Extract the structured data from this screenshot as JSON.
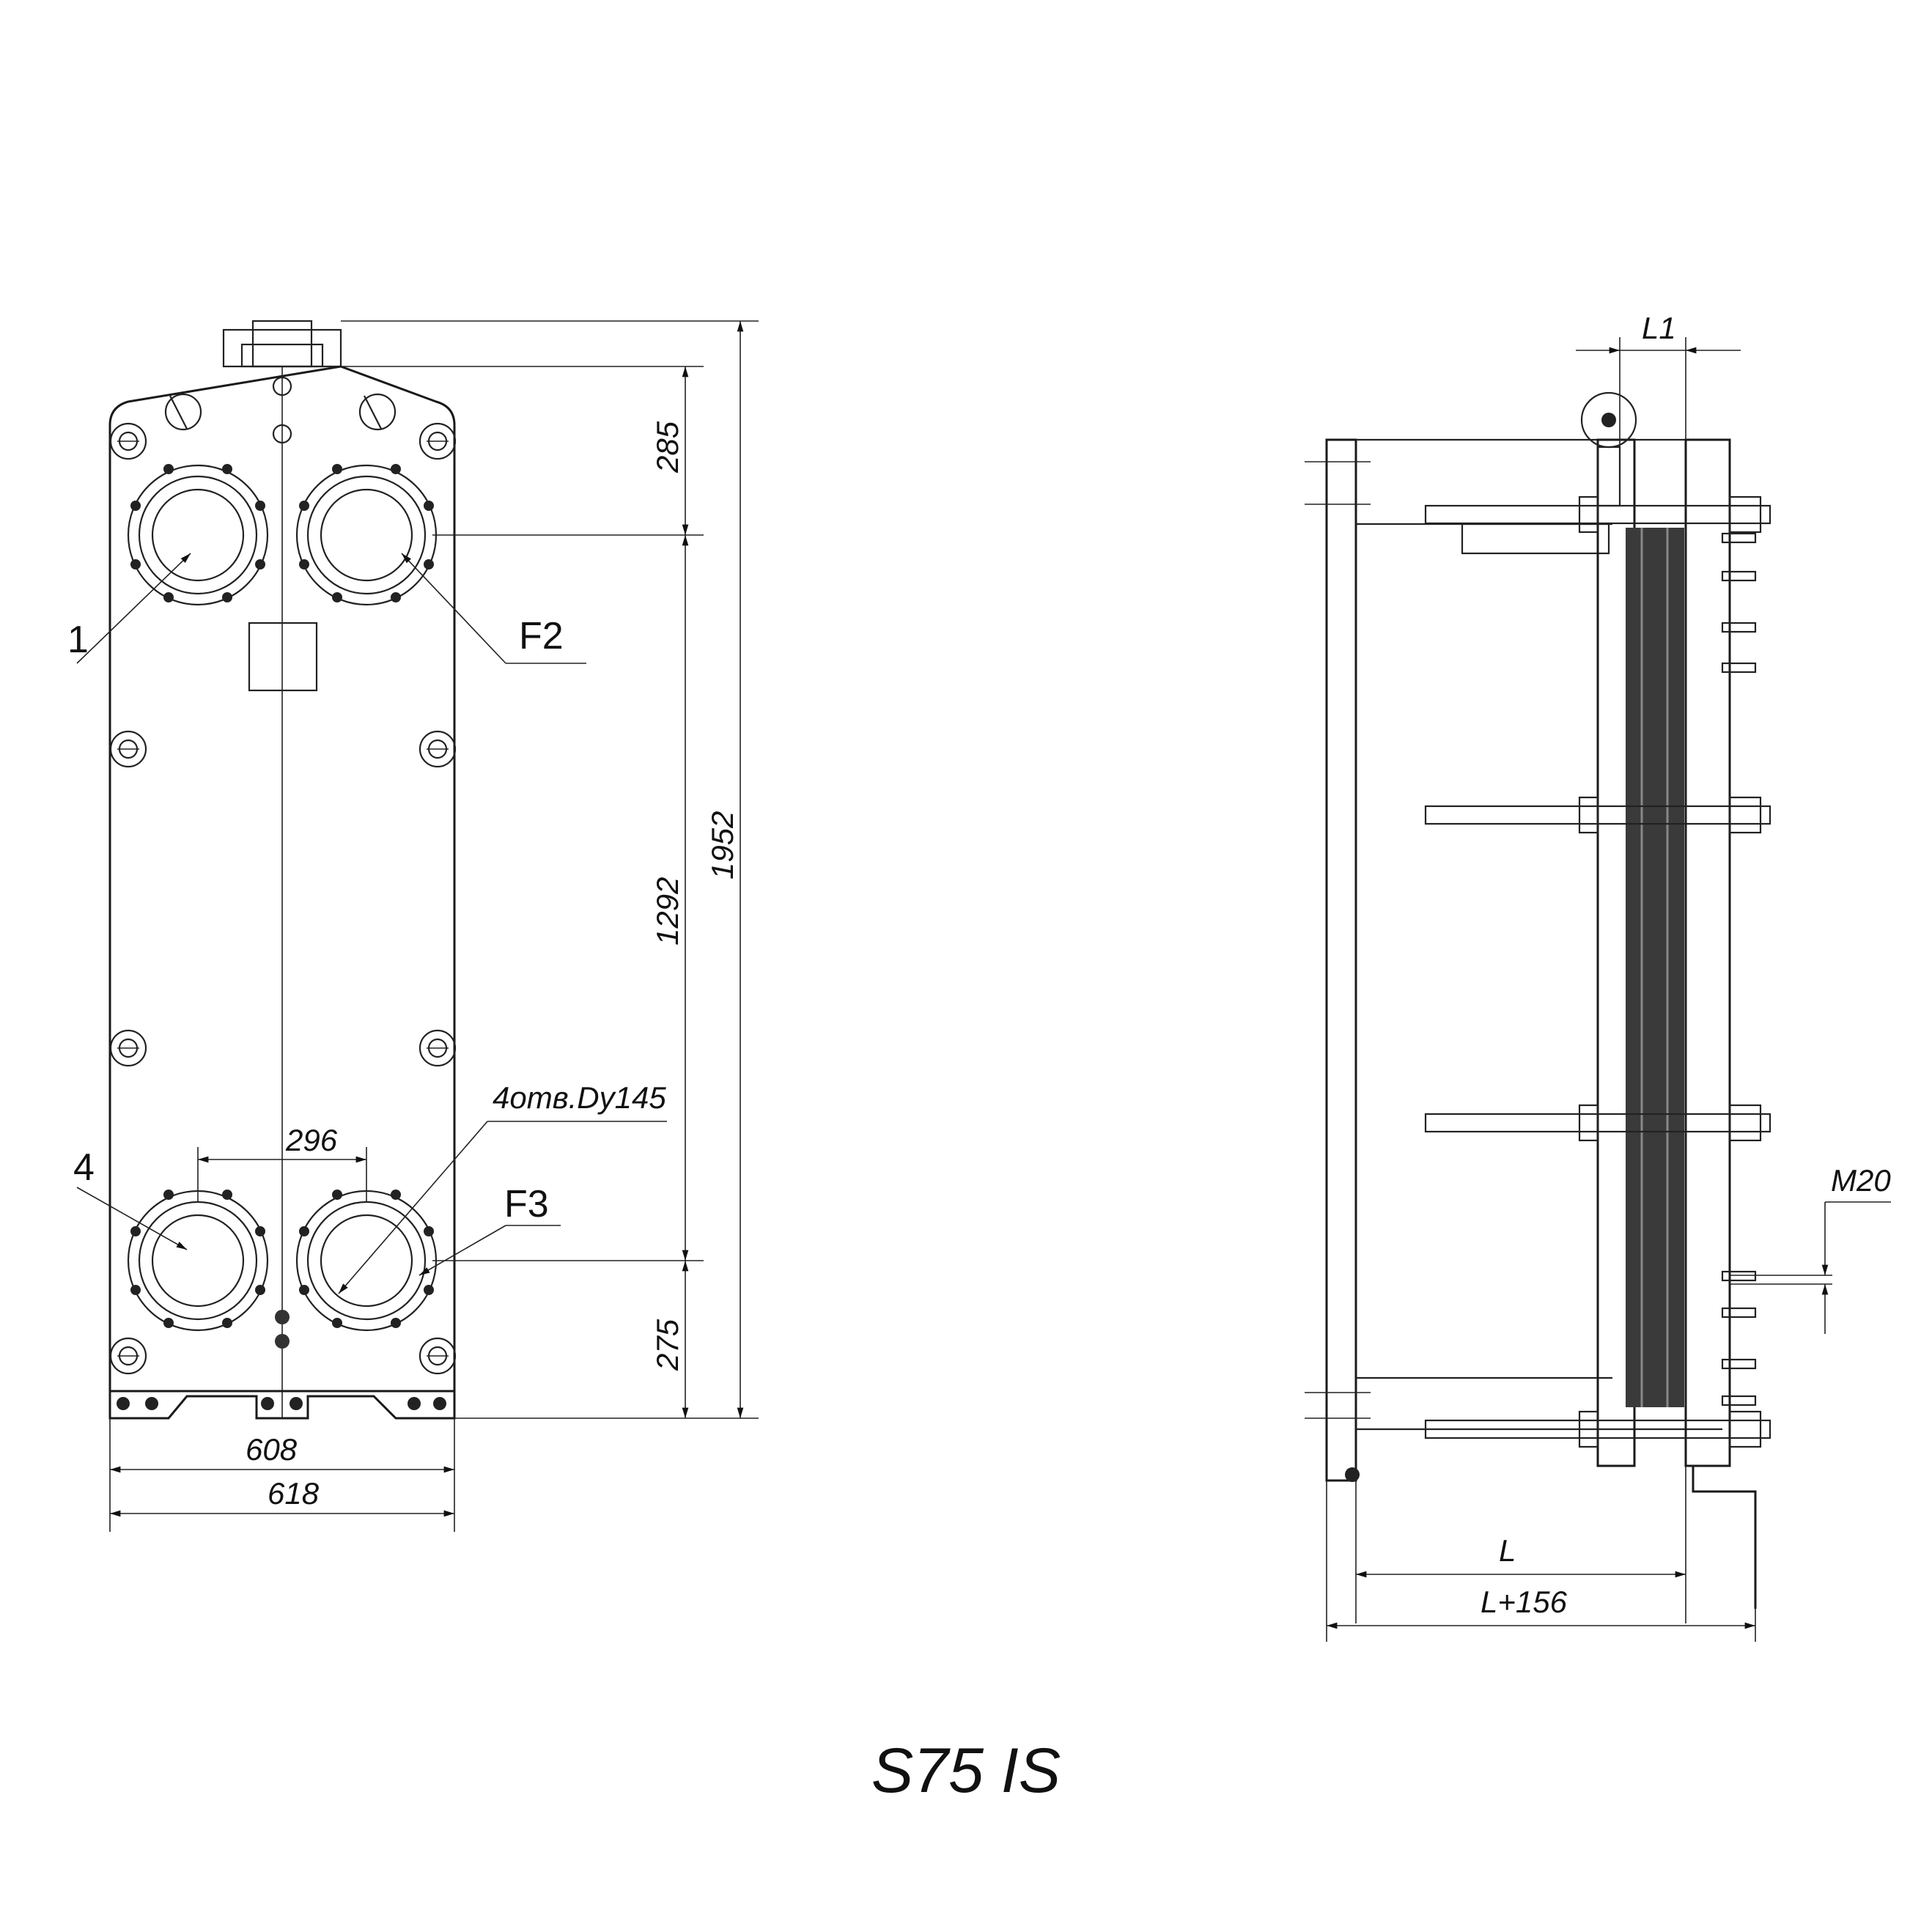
{
  "title": "S75 IS",
  "port_labels": {
    "f1": "1",
    "f2": "F2",
    "f3": "F3",
    "f4": "4"
  },
  "dimensions": {
    "d285": "285",
    "d1292": "1292",
    "d1952": "1952",
    "d275": "275",
    "d296": "296",
    "d608": "608",
    "d618": "618",
    "nozzle_note": "4отв.Dу145",
    "L1": "L1",
    "L": "L",
    "L156": "L+156",
    "M20": "M20"
  },
  "colors": {
    "line": "#222222",
    "plate_pack": "#3a3a3a",
    "background": "#ffffff"
  }
}
